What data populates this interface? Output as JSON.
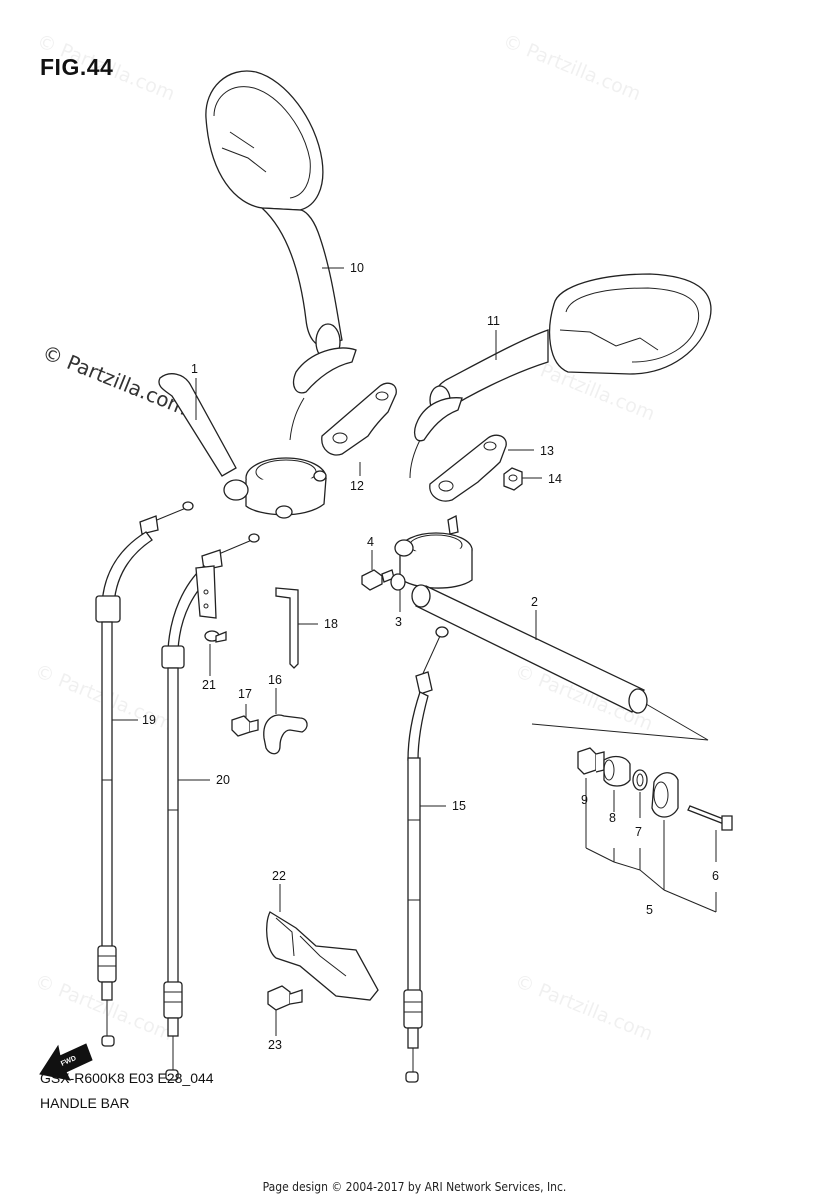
{
  "figure": {
    "title": "FIG.44",
    "model_code": "GSX-R600K8 E03 E28_044",
    "name": "HANDLE BAR"
  },
  "watermark": {
    "main": "© Partzilla.com",
    "repeat": "© Partzilla.com"
  },
  "footer": "Page design © 2004-2017 by ARI Network Services, Inc.",
  "fwd_label": "FWD",
  "callouts": [
    "1",
    "2",
    "3",
    "4",
    "5",
    "6",
    "7",
    "8",
    "9",
    "10",
    "11",
    "12",
    "13",
    "14",
    "15",
    "16",
    "17",
    "18",
    "19",
    "20",
    "21",
    "22",
    "23"
  ]
}
